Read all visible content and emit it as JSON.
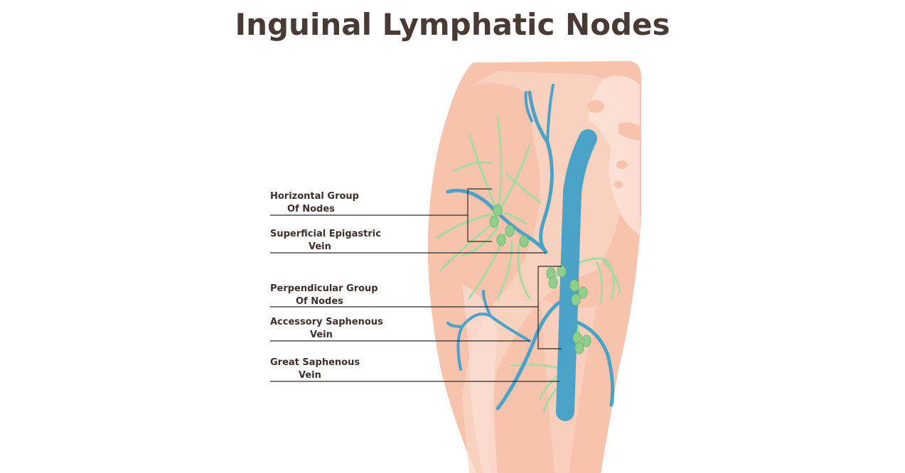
{
  "title": "Inguinal Lymphatic Nodes",
  "colors": {
    "skin": "#f7c3ad",
    "skin_light": "#fad6c6",
    "skin_pale": "#fbe0d5",
    "vein": "#4aa3c6",
    "lymph": "#a8d9a0",
    "node": "#8fcf8c",
    "text": "#3c2f2c",
    "title": "#4a3a35",
    "line": "#2b2b2b"
  },
  "labels": [
    {
      "line1": "Horizontal Group",
      "line2": "Of Nodes"
    },
    {
      "line1": "Superficial Epigastric",
      "line2": "Vein"
    },
    {
      "line1": "Perpendicular Group",
      "line2": "Of Nodes"
    },
    {
      "line1": "Accessory Saphenous",
      "line2": "Vein"
    },
    {
      "line1": "Great Saphenous",
      "line2": "Vein"
    }
  ]
}
